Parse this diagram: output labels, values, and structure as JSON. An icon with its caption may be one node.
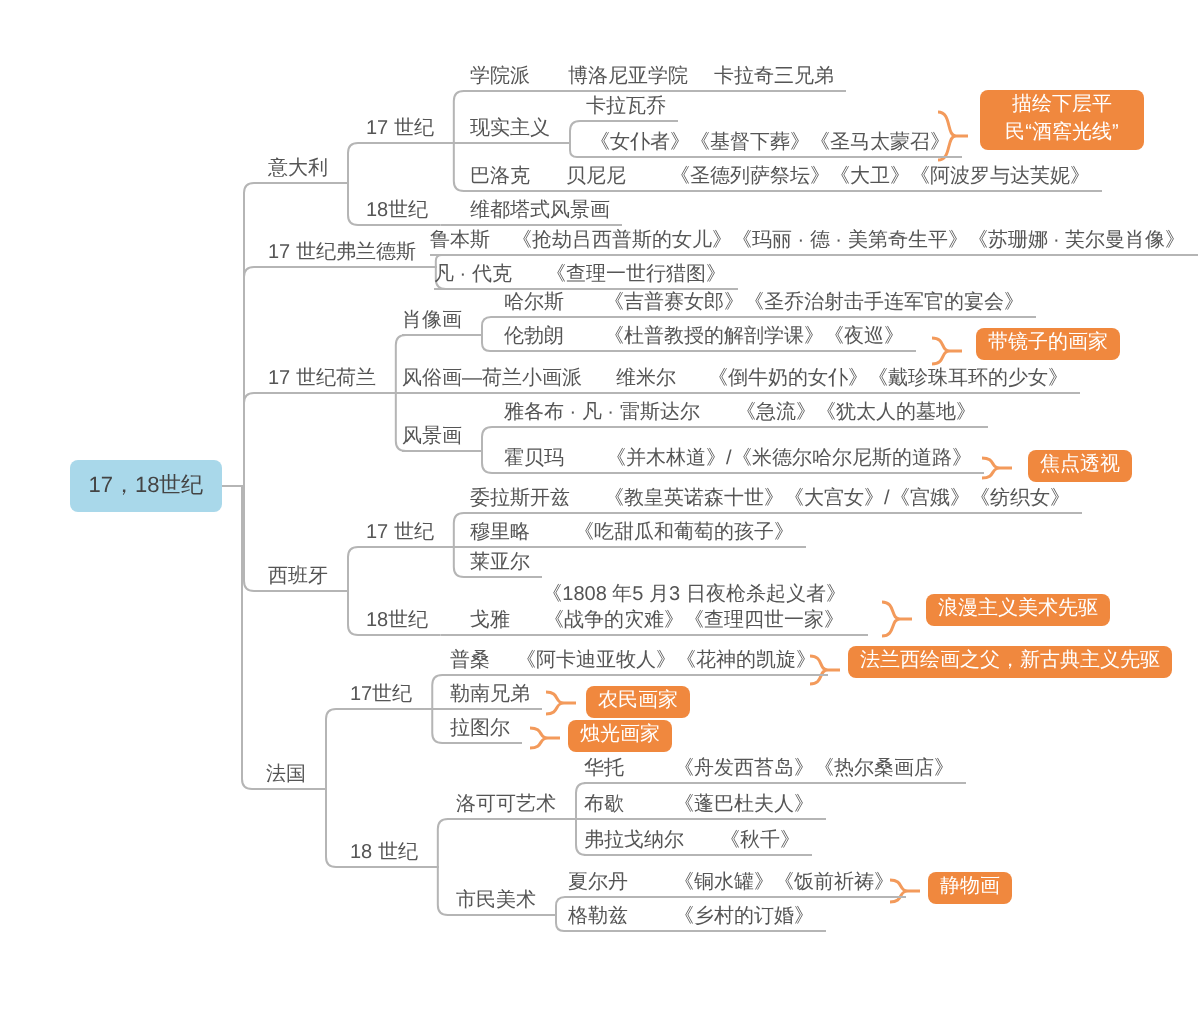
{
  "diagram": {
    "nodes": [
      {
        "text": [
          "17，18世纪"
        ]
      },
      {
        "text": [
          "意大利"
        ]
      },
      {
        "text": [
          "17 世纪"
        ]
      },
      {
        "text": [
          "学院派"
        ]
      },
      {
        "text": [
          "博洛尼亚学院"
        ]
      },
      {
        "text": [
          "卡拉奇三兄弟"
        ]
      },
      {
        "text": [
          "现实主义"
        ]
      },
      {
        "text": [
          "卡拉瓦乔"
        ]
      },
      {
        "text": [
          "《女仆者》《基督下葬》《圣马太蒙召》"
        ]
      },
      {
        "text": [
          "巴洛克"
        ]
      },
      {
        "text": [
          "贝尼尼"
        ]
      },
      {
        "text": [
          "《圣德列萨祭坛》《大卫》《阿波罗与达芙妮》"
        ]
      },
      {
        "text": [
          "18世纪"
        ]
      },
      {
        "text": [
          "维都塔式风景画"
        ]
      },
      {
        "text": [
          "17 世纪弗兰德斯"
        ]
      },
      {
        "text": [
          "鲁本斯"
        ]
      },
      {
        "text": [
          "《抢劫吕西普斯的女儿》《玛丽 · 德 · 美第奇生平》《苏珊娜 · 芙尔曼肖像》"
        ]
      },
      {
        "text": [
          "凡 · 代克"
        ]
      },
      {
        "text": [
          "《查理一世行猎图》"
        ]
      },
      {
        "text": [
          "17 世纪荷兰"
        ]
      },
      {
        "text": [
          "肖像画"
        ]
      },
      {
        "text": [
          "哈尔斯"
        ]
      },
      {
        "text": [
          "《吉普赛女郎》《圣乔治射击手连军官的宴会》"
        ]
      },
      {
        "text": [
          "伦勃朗"
        ]
      },
      {
        "text": [
          "《杜普教授的解剖学课》《夜巡》"
        ]
      },
      {
        "text": [
          "风俗画—荷兰小画派"
        ]
      },
      {
        "text": [
          "维米尔"
        ]
      },
      {
        "text": [
          "《倒牛奶的女仆》《戴珍珠耳环的少女》"
        ]
      },
      {
        "text": [
          "风景画"
        ]
      },
      {
        "text": [
          "雅各布 · 凡 · 雷斯达尔"
        ]
      },
      {
        "text": [
          "《急流》《犹太人的墓地》"
        ]
      },
      {
        "text": [
          "霍贝玛"
        ]
      },
      {
        "text": [
          "《并木林道》/《米德尔哈尔尼斯的道路》"
        ]
      },
      {
        "text": [
          "西班牙"
        ]
      },
      {
        "text": [
          "17 世纪"
        ]
      },
      {
        "text": [
          "委拉斯开兹"
        ]
      },
      {
        "text": [
          "《教皇英诺森十世》《大宫女》/《宫娥》《纺织女》"
        ]
      },
      {
        "text": [
          "穆里略"
        ]
      },
      {
        "text": [
          "《吃甜瓜和葡萄的孩子》"
        ]
      },
      {
        "text": [
          "莱亚尔"
        ]
      },
      {
        "text": [
          "18世纪"
        ]
      },
      {
        "text": [
          "戈雅"
        ]
      },
      {
        "text": [
          "《1808 年5 月3 日夜枪杀起义者》《战争的灾难》《查理四世一家》"
        ]
      },
      {
        "text": [
          "法国"
        ]
      },
      {
        "text": [
          "17世纪"
        ]
      },
      {
        "text": [
          "普桑"
        ]
      },
      {
        "text": [
          "《阿卡迪亚牧人》《花神的凯旋》"
        ]
      },
      {
        "text": [
          "勒南兄弟"
        ]
      },
      {
        "text": [
          "拉图尔"
        ]
      },
      {
        "text": [
          "18 世纪"
        ]
      },
      {
        "text": [
          "洛可可艺术"
        ]
      },
      {
        "text": [
          "华托"
        ]
      },
      {
        "text": [
          "《舟发西苔岛》《热尔桑画店》"
        ]
      },
      {
        "text": [
          "布歇"
        ]
      },
      {
        "text": [
          "《蓬巴杜夫人》"
        ]
      },
      {
        "text": [
          "弗拉戈纳尔"
        ]
      },
      {
        "text": [
          "《秋千》"
        ]
      },
      {
        "text": [
          "市民美术"
        ]
      },
      {
        "text": [
          "夏尔丹"
        ]
      },
      {
        "text": [
          "《铜水罐》《饭前祈祷》"
        ]
      },
      {
        "text": [
          "格勒兹"
        ]
      },
      {
        "text": [
          "《乡村的订婚》"
        ]
      },
      {
        "text": [
          "描绘下层平民“酒窖光线”"
        ]
      },
      {
        "text": [
          "带镜子的画家"
        ]
      },
      {
        "text": [
          "焦点透视"
        ]
      },
      {
        "text": [
          "浪漫主义美术先驱"
        ]
      },
      {
        "text": [
          "法兰西绘画之父，新古典主义先驱"
        ]
      },
      {
        "text": [
          "农民画家"
        ]
      },
      {
        "text": [
          "烛光画家"
        ]
      },
      {
        "text": [
          "静物画"
        ]
      }
    ],
    "edges": [
      {
        "from": 0,
        "to": 1,
        "arrow": "none"
      },
      {
        "from": 0,
        "to": 14,
        "arrow": "none"
      },
      {
        "from": 0,
        "to": 19,
        "arrow": "none"
      },
      {
        "from": 0,
        "to": 33,
        "arrow": "none"
      },
      {
        "from": 0,
        "to": 43,
        "arrow": "none"
      },
      {
        "from": 1,
        "to": 2,
        "arrow": "none"
      },
      {
        "from": 1,
        "to": 12,
        "arrow": "none"
      },
      {
        "from": 2,
        "to": 3,
        "arrow": "none"
      },
      {
        "from": 2,
        "to": 6,
        "arrow": "none"
      },
      {
        "from": 2,
        "to": 9,
        "arrow": "none"
      },
      {
        "from": 3,
        "to": 4,
        "arrow": "none"
      },
      {
        "from": 4,
        "to": 5,
        "arrow": "none"
      },
      {
        "from": 6,
        "to": 7,
        "arrow": "none"
      },
      {
        "from": 6,
        "to": 8,
        "arrow": "none"
      },
      {
        "from": 9,
        "to": 10,
        "arrow": "none"
      },
      {
        "from": 10,
        "to": 11,
        "arrow": "none"
      },
      {
        "from": 12,
        "to": 13,
        "arrow": "none"
      },
      {
        "from": 14,
        "to": 15,
        "arrow": "none"
      },
      {
        "from": 14,
        "to": 17,
        "arrow": "none"
      },
      {
        "from": 15,
        "to": 16,
        "arrow": "none"
      },
      {
        "from": 17,
        "to": 18,
        "arrow": "none"
      },
      {
        "from": 19,
        "to": 20,
        "arrow": "none"
      },
      {
        "from": 19,
        "to": 25,
        "arrow": "none"
      },
      {
        "from": 19,
        "to": 28,
        "arrow": "none"
      },
      {
        "from": 20,
        "to": 21,
        "arrow": "none"
      },
      {
        "from": 20,
        "to": 23,
        "arrow": "none"
      },
      {
        "from": 21,
        "to": 22,
        "arrow": "none"
      },
      {
        "from": 23,
        "to": 24,
        "arrow": "none"
      },
      {
        "from": 25,
        "to": 26,
        "arrow": "none"
      },
      {
        "from": 26,
        "to": 27,
        "arrow": "none"
      },
      {
        "from": 28,
        "to": 29,
        "arrow": "none"
      },
      {
        "from": 28,
        "to": 31,
        "arrow": "none"
      },
      {
        "from": 29,
        "to": 30,
        "arrow": "none"
      },
      {
        "from": 31,
        "to": 32,
        "arrow": "none"
      },
      {
        "from": 33,
        "to": 34,
        "arrow": "none"
      },
      {
        "from": 33,
        "to": 40,
        "arrow": "none"
      },
      {
        "from": 34,
        "to": 35,
        "arrow": "none"
      },
      {
        "from": 34,
        "to": 37,
        "arrow": "none"
      },
      {
        "from": 34,
        "to": 39,
        "arrow": "none"
      },
      {
        "from": 35,
        "to": 36,
        "arrow": "none"
      },
      {
        "from": 37,
        "to": 38,
        "arrow": "none"
      },
      {
        "from": 40,
        "to": 41,
        "arrow": "none"
      },
      {
        "from": 41,
        "to": 42,
        "arrow": "none"
      },
      {
        "from": 43,
        "to": 44,
        "arrow": "none"
      },
      {
        "from": 43,
        "to": 49,
        "arrow": "none"
      },
      {
        "from": 44,
        "to": 45,
        "arrow": "none"
      },
      {
        "from": 44,
        "to": 47,
        "arrow": "none"
      },
      {
        "from": 44,
        "to": 48,
        "arrow": "none"
      },
      {
        "from": 45,
        "to": 46,
        "arrow": "none"
      },
      {
        "from": 49,
        "to": 50,
        "arrow": "none"
      },
      {
        "from": 49,
        "to": 57,
        "arrow": "none"
      },
      {
        "from": 50,
        "to": 51,
        "arrow": "none"
      },
      {
        "from": 50,
        "to": 53,
        "arrow": "none"
      },
      {
        "from": 50,
        "to": 55,
        "arrow": "none"
      },
      {
        "from": 51,
        "to": 52,
        "arrow": "none"
      },
      {
        "from": 53,
        "to": 54,
        "arrow": "none"
      },
      {
        "from": 55,
        "to": 56,
        "arrow": "none"
      },
      {
        "from": 57,
        "to": 58,
        "arrow": "none"
      },
      {
        "from": 57,
        "to": 60,
        "arrow": "none"
      },
      {
        "from": 58,
        "to": 59,
        "arrow": "none"
      },
      {
        "from": 60,
        "to": 61,
        "arrow": "none"
      }
    ]
  }
}
